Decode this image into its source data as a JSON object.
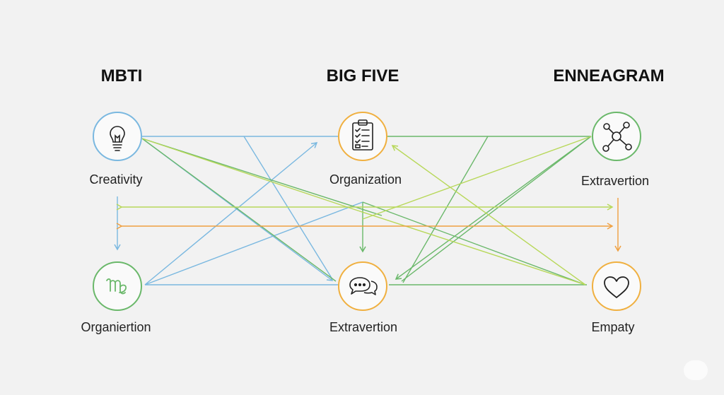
{
  "columns": [
    {
      "title": "MBTI"
    },
    {
      "title": "BIG FIVE"
    },
    {
      "title": "ENNEAGRAM"
    }
  ],
  "nodes": [
    {
      "id": "mbti-top",
      "label": "Creativity",
      "icon": "lightbulb-icon",
      "color": "#7ab8e0"
    },
    {
      "id": "bigfive-top",
      "label": "Organization",
      "icon": "clipboard-checklist-icon",
      "color": "#f0b040"
    },
    {
      "id": "ennea-top",
      "label": "Extravertion",
      "icon": "network-hub-icon",
      "color": "#6ab86a"
    },
    {
      "id": "mbti-bottom",
      "label": "Organiertion",
      "icon": "virgo-symbol-icon",
      "color": "#6ab86a"
    },
    {
      "id": "bigfive-bottom",
      "label": "Extravertion",
      "icon": "speech-bubbles-icon",
      "color": "#f0b040"
    },
    {
      "id": "ennea-bottom",
      "label": "Empaty",
      "icon": "heart-icon",
      "color": "#f0b040"
    }
  ],
  "colors": {
    "blue": "#7ab8e0",
    "green": "#6ab86a",
    "lime": "#b8d85a",
    "orange": "#f0a040",
    "background": "#f2f2f2"
  }
}
